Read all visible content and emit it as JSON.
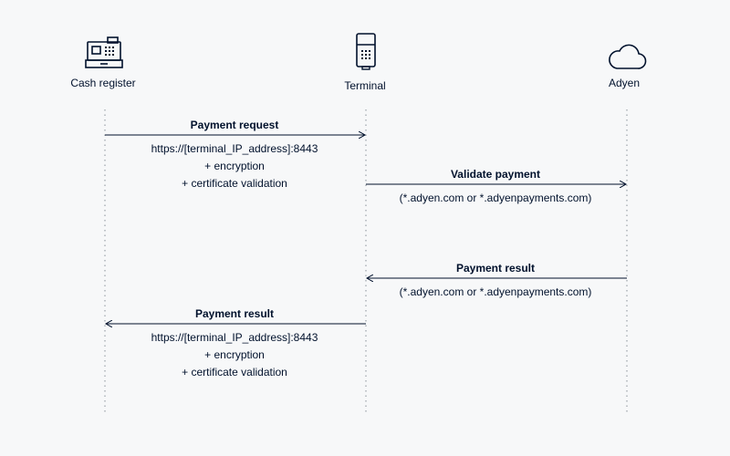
{
  "actors": {
    "cash_register": {
      "label": "Cash register",
      "icon": "cash-register-icon"
    },
    "terminal": {
      "label": "Terminal",
      "icon": "payment-terminal-icon"
    },
    "adyen": {
      "label": "Adyen",
      "icon": "cloud-icon"
    }
  },
  "messages": [
    {
      "title": "Payment request",
      "from": "Cash register",
      "to": "Terminal",
      "details": [
        "https://[terminal_IP_address]:8443",
        "+ encryption",
        "+ certificate validation"
      ]
    },
    {
      "title": "Validate payment",
      "from": "Terminal",
      "to": "Adyen",
      "details": [
        "(*.adyen.com or *.adyenpayments.com)"
      ]
    },
    {
      "title": "Payment result",
      "from": "Adyen",
      "to": "Terminal",
      "details": [
        "(*.adyen.com or *.adyenpayments.com)"
      ]
    },
    {
      "title": "Payment result",
      "from": "Terminal",
      "to": "Cash register",
      "details": [
        "https://[terminal_IP_address]:8443",
        "+ encryption",
        "+ certificate validation"
      ]
    }
  ],
  "colors": {
    "background": "#f7f8f9",
    "ink": "#00112c",
    "lifeline": "#9aa0a8"
  }
}
